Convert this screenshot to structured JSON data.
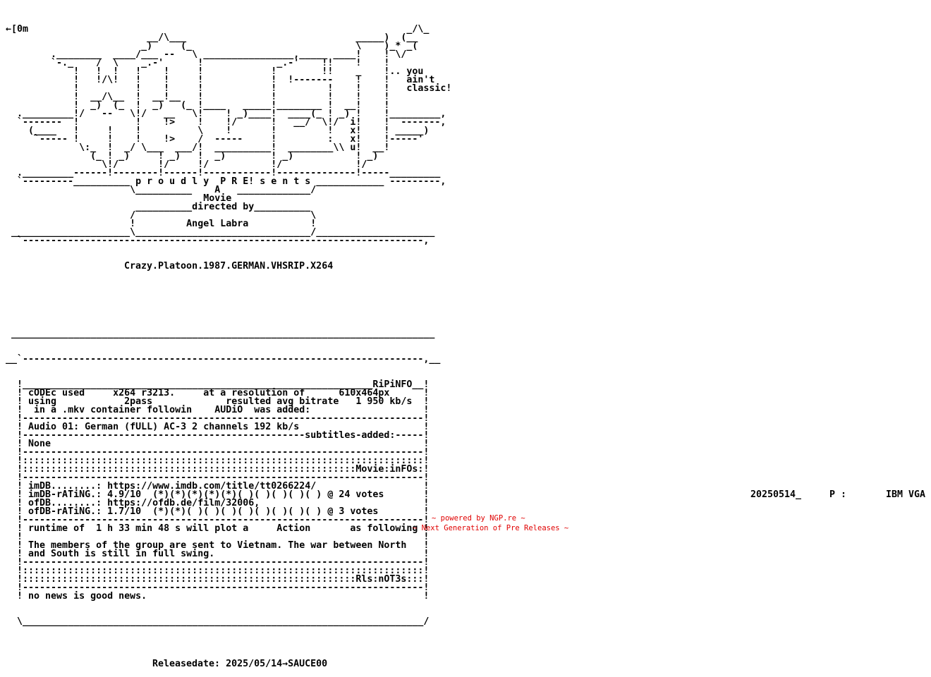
{
  "nfo": {
    "art": [
      " ←[0m                                                                   _/\\_",
      "                          __/\\___                              _____)  (__",
      "                         _)     (_                             \\    )_* _(",
      "         .________  ____/___ --   \\ ________________,_____ ____!    ! \\/",
      "         `-._    /  \\    _.-'      !             _.-'    !!    !    !",
      "             !   !  !   !    !     !            !        !!    _    !.. you",
      "             !   !/\\!   !    !     !            !  !-------    !    !   ain't",
      "             !          !    !     !            !         !    !    !   classic!",
      "             !  __/\\__  !  __!__   !            !         !    !    !",
      "             !  _)  (_  !  _)   (_ !____   _____!________ !  __!    !",
      "   ._________!/   --   \\!/   __   \\!    ! _)____!  ____(_ ! _) !    !_________,",
      "   `-------  !          !    !>    !    !/      !   __/  \\!/  i!    !  -------,",
      "     (____   !     !    !          \\    !       !         !   x!    ! _____)",
      "      `----- !     !    !    !>    /  -----     !         :   x!    !-----'",
      "              \\:_  !  _/ \\___  ___/!  __________!  ________\\\\ u!  __!",
      "                (_ ! _)     ! _)   !  _)        ! _)           ! _)",
      "                  \\!/       !/     !/           !/             !/",
      "   ._________------!--------!------!------------!--------------!-----_________",
      "   `---------__________ p r o u d l y  P R E! s e n t s ____________ ---------,",
      "                       \\__________    A   _____________/",
      "                                    Movie",
      "                        __________directed by__________",
      "                       /                               \\",
      "                       !         Angel Labra           !",
      "  _____________________\\_______________________________/_____________________",
      "   `-----------------------------------------------------------------------,"
    ],
    "release_name": "Crazy.Platoon.1987.GERMAN.VHSRIP.X264",
    "box_top": [
      "  ___________________________________________________________________________",
      " __`-----------------------------------------------------------------------,__"
    ],
    "box_rows": [
      "_RiPiNFO__",
      " cODEc used     x264 r3213.     at a resolution of      610x464px",
      " using            2pass             resulted avg bitrate   1 950 kb/s",
      "  in a .mkv container followin    AUDiO  was added:",
      "-",
      " Audio 01: German (fULL) AC-3 2 channels 192 kb/s",
      "-subtitles-added:-----",
      " None",
      "-",
      ":",
      ":Movie:inFOs:",
      "-",
      " imDB........: https://www.imdb.com/title/tt0266224/",
      " imDB-rATiNG.: 4.9/10  (*)(*)(*)(*)(*)( )( )( )( )( ) @ 24 votes",
      " ofDB........: https://ofdb.de/film/32006,",
      " ofDB-rATiNG.: 1.7/10  (*)(*)( )( )( )( )( )( )( )( ) @ 3 votes",
      "-",
      " runtime of  1 h 33 min 48 s will plot a     Action       as following",
      "",
      " The members of the group are sent to Vietnam. The war between North",
      " and South is still in full swing.",
      "-",
      ":",
      ":Rls:nOT3s:::",
      "-",
      " no news is good news."
    ],
    "box_bottom": "   \\_______________________________________________________________________/",
    "releasedate": "Releasedate: 2025/05/14→SAUCE00"
  },
  "status": {
    "date": "20250514_",
    "page": "P :",
    "font": "IBM VGA"
  },
  "footer": {
    "powered": "~ powered by NGP.re ~",
    "tagline": "~ Next Generation of Pre Releases ~"
  },
  "colors": {
    "text": "#000000",
    "footer": "#e00000",
    "background": "#ffffff"
  }
}
